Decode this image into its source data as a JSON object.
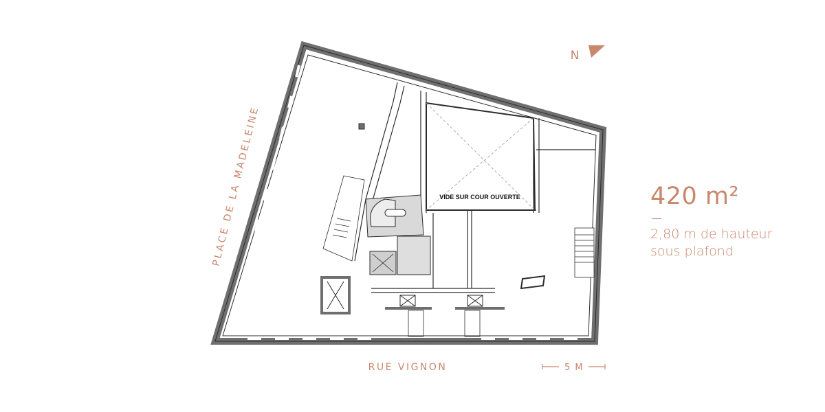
{
  "colors": {
    "accent": "#c9876b",
    "wall": "#6f6f6f",
    "line": "#2b2b2b",
    "core": "#d9d9d9"
  },
  "compass": {
    "label": "N",
    "icon": "north-arrow-icon"
  },
  "plan": {
    "street_left": "PLACE DE LA MADELEINE",
    "street_bottom": "RUE VIGNON",
    "courtyard_label": "VIDE SUR COUR OUVERTE",
    "scale_label": "5 M"
  },
  "info": {
    "area": "420 m²",
    "height_line1": "2,80 m de hauteur",
    "height_line2": "sous plafond"
  }
}
